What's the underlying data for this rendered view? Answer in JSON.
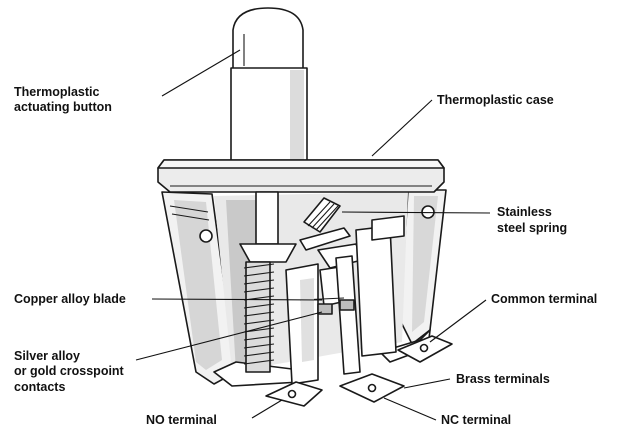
{
  "labels": {
    "actuating_button": [
      "Thermoplastic",
      "actuating button"
    ],
    "case": "Thermoplastic case",
    "spring": [
      "Stainless",
      "steel spring"
    ],
    "blade": "Copper alloy blade",
    "common_terminal": "Common terminal",
    "contacts": [
      "Silver alloy",
      "or gold crosspoint",
      "contacts"
    ],
    "brass_terminals": "Brass terminals",
    "no_terminal": "NO terminal",
    "nc_terminal": "NC terminal"
  }
}
